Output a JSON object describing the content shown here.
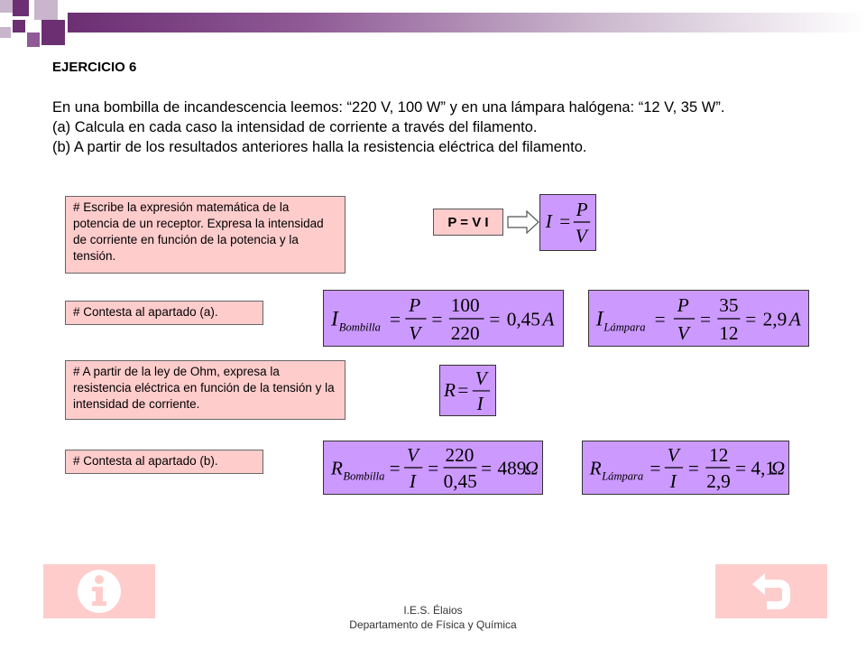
{
  "header": {
    "exercise_title": "EJERCICIO 6"
  },
  "statement": {
    "line1": "En una bombilla de incandescencia leemos: “220 V, 100 W” y en una lámpara halógena: “12 V, 35 W”.",
    "line2": "(a) Calcula en cada caso la intensidad de corriente a través del filamento.",
    "line3": "(b) A partir de los resultados anteriores halla la resistencia eléctrica del filamento."
  },
  "steps": [
    {
      "text": "# Escribe la expresión matemática de la potencia de un receptor. Expresa la intensidad de corriente en función de la potencia y la tensión."
    },
    {
      "text": "# Contesta al apartado (a)."
    },
    {
      "text": "# A partir de la ley de Ohm, expresa la resistencia eléctrica en función de la tensión y la intensidad de corriente."
    },
    {
      "text": "# Contesta al apartado (b)."
    }
  ],
  "power_formula": "P = V I",
  "formulas": {
    "intensity": {
      "lhs": "I",
      "num": "P",
      "den": "V"
    },
    "i_bombilla": {
      "symbol": "I",
      "sub": "Bombilla",
      "num1": "P",
      "den1": "V",
      "num2": "100",
      "den2": "220",
      "result": "0,45",
      "unit": "A"
    },
    "i_lampara": {
      "symbol": "I",
      "sub": "Lámpara",
      "num1": "P",
      "den1": "V",
      "num2": "35",
      "den2": "12",
      "result": "2,9",
      "unit": "A"
    },
    "resistance": {
      "lhs": "R",
      "num": "V",
      "den": "I"
    },
    "r_bombilla": {
      "symbol": "R",
      "sub": "Bombilla",
      "num1": "V",
      "den1": "I",
      "num2": "220",
      "den2": "0,45",
      "result": "489",
      "unit": "Ω"
    },
    "r_lampara": {
      "symbol": "R",
      "sub": "Lámpara",
      "num1": "V",
      "den1": "I",
      "num2": "12",
      "den2": "2,9",
      "result": "4,1",
      "unit": "Ω"
    }
  },
  "nav": {
    "info_icon": "info-icon",
    "back_icon": "return-arrow-icon"
  },
  "footer": {
    "line1": "I.E.S. Élaios",
    "line2": "Departamento de Física y Química"
  },
  "colors": {
    "note_bg": "#ffcccc",
    "formula_bg": "#cc99ff",
    "accent_purple": "#6b2f72"
  }
}
